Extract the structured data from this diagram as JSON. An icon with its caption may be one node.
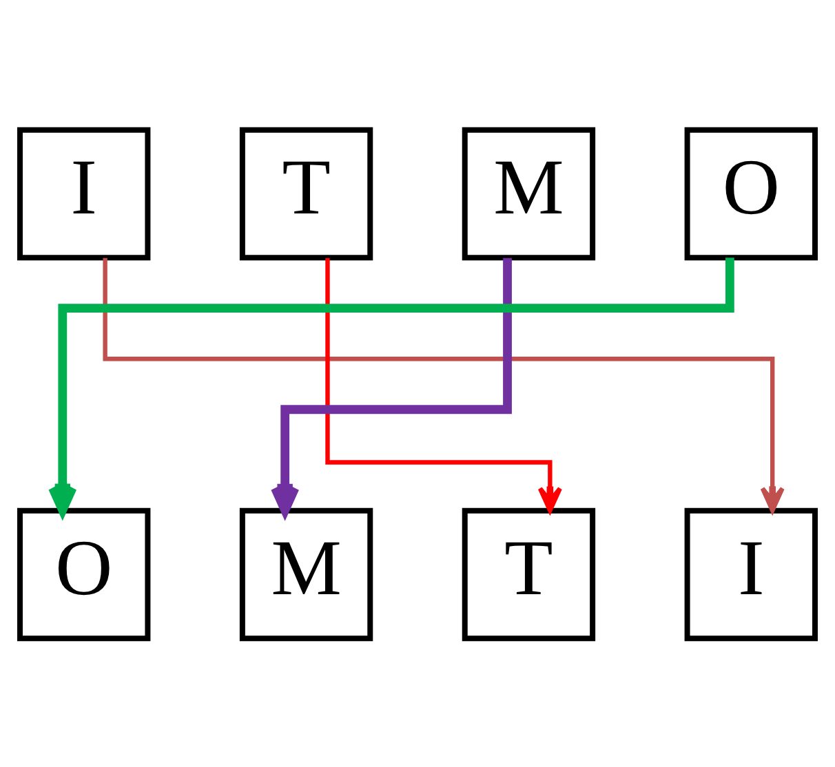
{
  "diagram": {
    "nodes": [
      {
        "text": [
          "M"
        ]
      },
      {
        "text": [
          "I"
        ]
      },
      {
        "text": [
          "T"
        ]
      },
      {
        "text": [
          "O"
        ]
      },
      {
        "text": [
          "O"
        ]
      },
      {
        "text": [
          "M"
        ]
      },
      {
        "text": [
          "T"
        ]
      },
      {
        "text": [
          "I"
        ]
      }
    ],
    "edges": [
      {
        "from": 0,
        "to": 5,
        "arrow": "to",
        "style": "thick",
        "color": "#7030a0"
      },
      {
        "from": 1,
        "to": 7,
        "arrow": "to",
        "color": "#c0504d"
      },
      {
        "from": 2,
        "to": 6,
        "arrow": "to",
        "color": "#ff0000"
      },
      {
        "from": 3,
        "to": 4,
        "arrow": "to",
        "style": "thick",
        "color": "#00b050"
      }
    ]
  }
}
